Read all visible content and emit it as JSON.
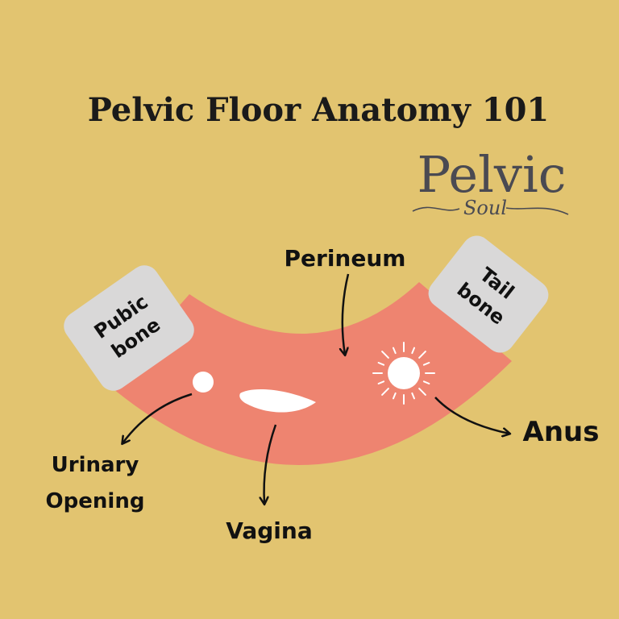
{
  "title": "Pelvic Floor Anatomy 101",
  "brand": {
    "name": "Pelvic",
    "tagline": "Soul"
  },
  "labels": {
    "pubic_bone": [
      "Pubic",
      "bone"
    ],
    "tail_bone": [
      "Tail",
      "bone"
    ],
    "perineum": "Perineum",
    "anus": "Anus",
    "urinary_opening": [
      "Urinary",
      "Opening"
    ],
    "vagina": "Vagina"
  },
  "colors": {
    "background": "#e2c470",
    "tissue": "#ee8470",
    "bone": "#d9d8d8",
    "ink": "#111111",
    "brand": "#4a4a52"
  }
}
